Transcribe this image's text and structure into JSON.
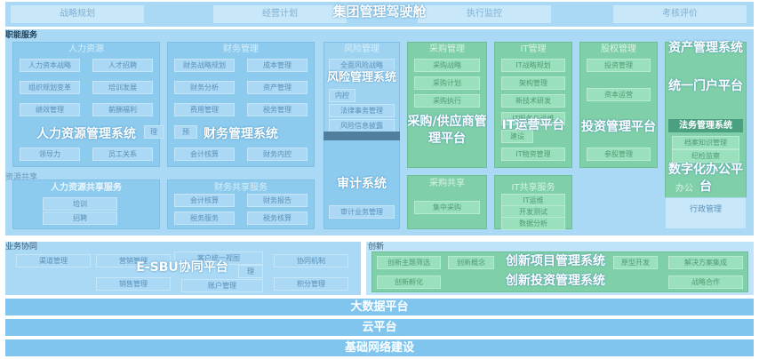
{
  "header": {
    "title": "集团管理驾驶舱",
    "tabs": [
      "战略规划",
      "经营计划",
      "执行监控",
      "考核评价"
    ]
  },
  "functional": {
    "label": "职能服务",
    "hr": {
      "title": "人力资源",
      "items": [
        "人力资本战略",
        "人才招聘",
        "组织规划变革",
        "培训发展",
        "绩效管理",
        "薪酬福利",
        "领导力",
        "员工关系"
      ],
      "partial": "理",
      "system": "人力资源管理系统"
    },
    "finance": {
      "title": "财务管理",
      "items": [
        "财务战略规划",
        "成本管理",
        "财务分析",
        "资产管理",
        "费用管理",
        "税务管理",
        "预",
        "会计核算",
        "财务内控"
      ],
      "system": "财务管理系统"
    },
    "risk": {
      "title": "风险管理",
      "items": [
        "全面风险战略",
        "内控",
        "法律事务管理",
        "风险信息披露"
      ],
      "system": "风险管理系统"
    },
    "procurement": {
      "title": "采购管理",
      "items": [
        "采购战略",
        "采购计划",
        "采购执行"
      ],
      "system": "采购/供应商管理平台"
    },
    "it": {
      "title": "IT管理",
      "items": [
        "IT战略规划",
        "架构管理",
        "新技术研发",
        "IT服务与运维",
        "建设",
        "IT物资管理"
      ],
      "system": "IT运营平台"
    },
    "equity": {
      "title": "股权管理",
      "items": [
        "投资管理",
        "资本运营",
        "参股管理"
      ],
      "system": "投资管理平台"
    },
    "assets": {
      "system": "资产管理系统",
      "portal": "统一门户平台",
      "legal": "法务管理系统",
      "items": [
        "档案知识管理",
        "纪检监察"
      ],
      "office": "数字化办公平台"
    }
  },
  "shared": {
    "label": "资源共享",
    "hr": {
      "title": "人力资源共享服务",
      "items": [
        "培训",
        "招聘"
      ]
    },
    "finance": {
      "title": "财务共享服务",
      "items": [
        "会计核算",
        "财务报告",
        "税务服务",
        "税务核算"
      ]
    },
    "audit": {
      "system": "审计系统",
      "items": [
        "审计业务管理"
      ]
    },
    "procurement": {
      "title": "采购共享",
      "items": [
        "集中采购"
      ]
    },
    "it": {
      "title": "IT共享服务",
      "items": [
        "IT运维",
        "开发测试",
        "数据分析"
      ]
    },
    "office": {
      "partial": "办公",
      "items": [
        "行政管理"
      ]
    }
  },
  "business": {
    "label": "业务协同",
    "system": "E-SBU协同平台",
    "items": [
      "渠道管理",
      "营销管理",
      "客户统一视图",
      "销售管理",
      "账户管理",
      "协同机制",
      "积分管理"
    ],
    "partial": "理"
  },
  "innovation": {
    "label": "创新",
    "system1": "创新项目管理系统",
    "system2": "创新投资管理系统",
    "items": [
      "创新主题筛选",
      "创新概念",
      "原型开发",
      "解决方案集成",
      "创新孵化",
      "战略合作"
    ]
  },
  "bottom": [
    "大数据平台",
    "云平台",
    "基础网络建设"
  ]
}
